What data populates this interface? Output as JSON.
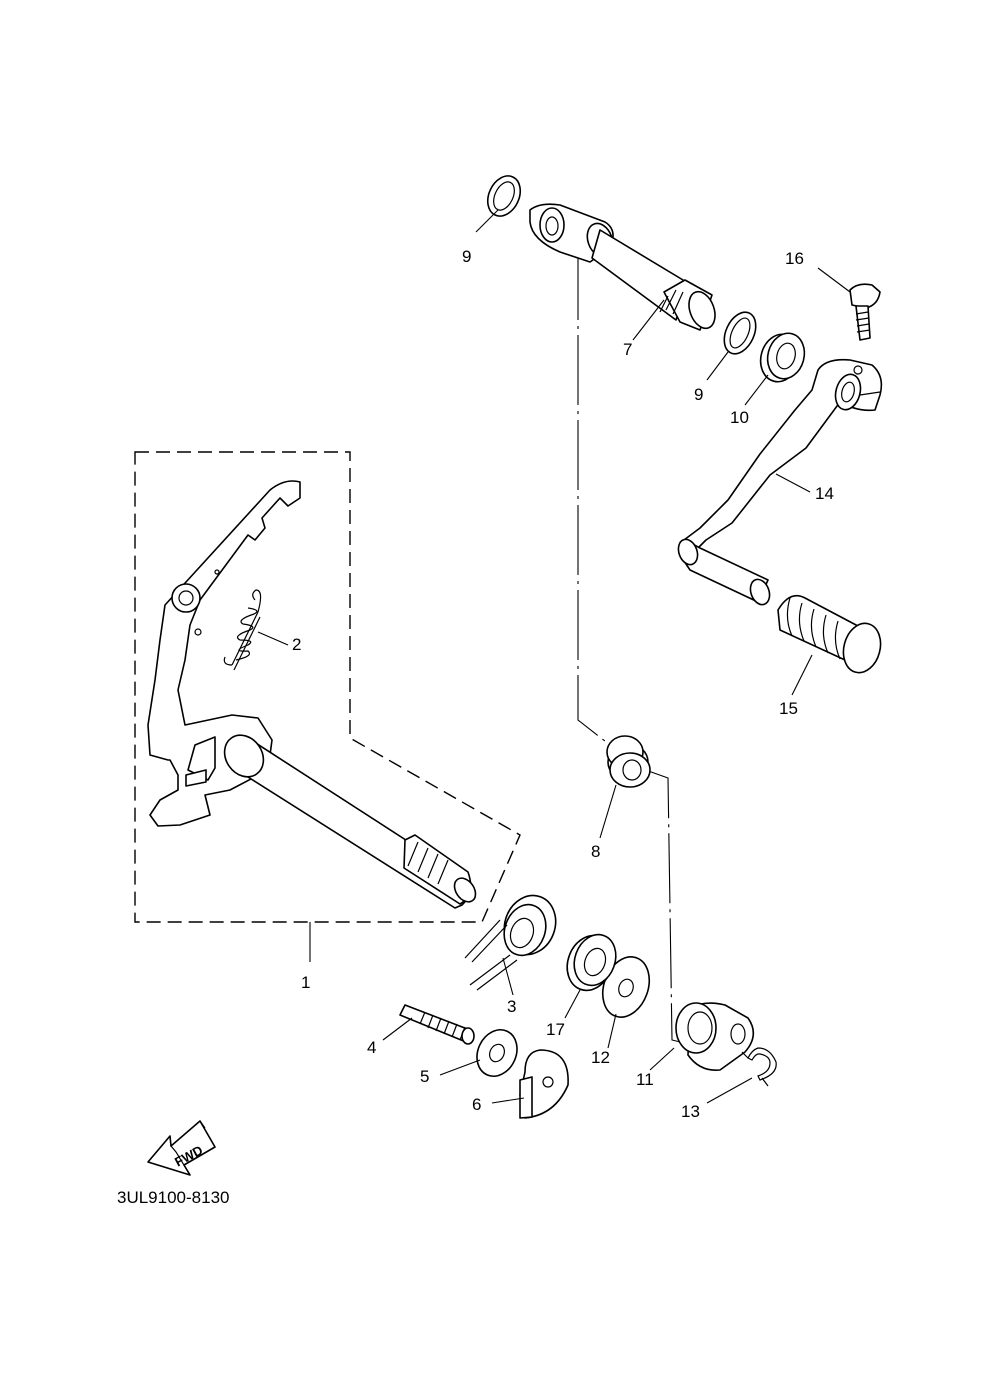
{
  "diagram_code": "3UL9100-8130",
  "fwd_arrow": {
    "icon": "fwd-arrow-icon",
    "text": "FWD"
  },
  "callouts": [
    {
      "part": "shift-shaft-assy",
      "number": "1"
    },
    {
      "part": "spring",
      "number": "2"
    },
    {
      "part": "torsion-spring",
      "number": "3"
    },
    {
      "part": "stopper-bolt",
      "number": "4"
    },
    {
      "part": "washer",
      "number": "5"
    },
    {
      "part": "plate",
      "number": "6"
    },
    {
      "part": "shift-arm-shaft",
      "number": "7"
    },
    {
      "part": "bushing",
      "number": "8"
    },
    {
      "part": "washer-upper",
      "number": "9"
    },
    {
      "part": "washer-middle",
      "number": "9"
    },
    {
      "part": "oil-seal",
      "number": "10"
    },
    {
      "part": "shift-arm",
      "number": "11"
    },
    {
      "part": "washer-flat",
      "number": "12"
    },
    {
      "part": "circlip",
      "number": "13"
    },
    {
      "part": "shift-pedal",
      "number": "14"
    },
    {
      "part": "pedal-rubber",
      "number": "15"
    },
    {
      "part": "bolt",
      "number": "16"
    },
    {
      "part": "oil-seal-lower",
      "number": "17"
    }
  ]
}
